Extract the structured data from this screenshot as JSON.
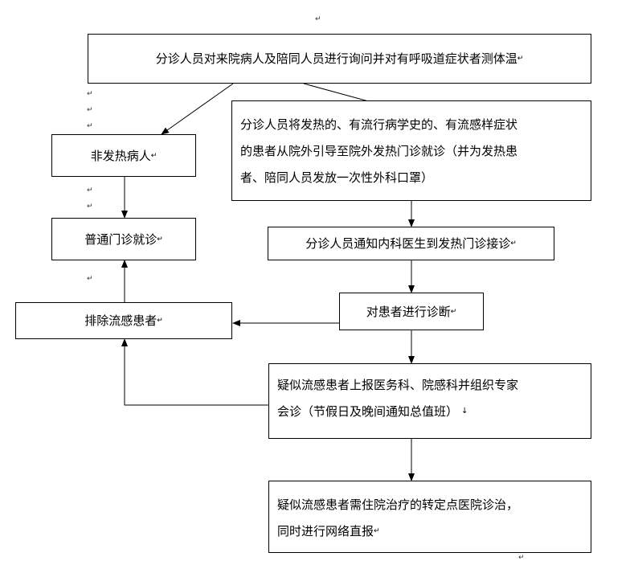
{
  "boxes": {
    "inquiry": "分诊人员对来院病人及陪同人员进行询问并对有呼吸道症状者测体温",
    "non_fever": "非发热病人",
    "guide": [
      "分诊人员将发热的、有流行病学史的、有流感样症状",
      "的患者从院外引导至院外发热门诊就诊（并为发热患",
      "者、陪同人员发放一次性外科口罩）"
    ],
    "general_clinic": "普通门诊就诊",
    "notify": "分诊人员通知内科医生到发热门诊接诊",
    "diagnose": "对患者进行诊断",
    "exclude": "排除流感患者",
    "report": [
      "疑似流感患者上报医务科、院感科并组织专家",
      "会诊（节假日及晚间通知总值班）"
    ],
    "transfer": [
      "疑似流感患者需住院治疗的转定点医院诊治，",
      "同时进行网络直报"
    ]
  },
  "marks": {
    "return": "↵",
    "down": "↓"
  }
}
